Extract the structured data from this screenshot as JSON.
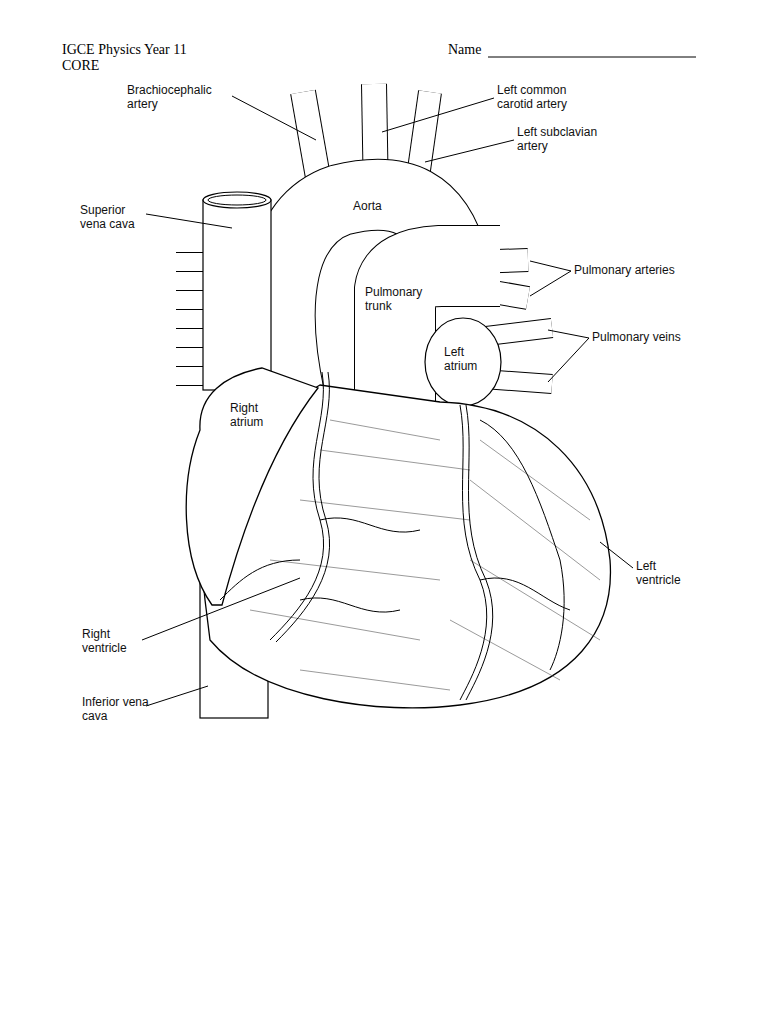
{
  "diagram": {
    "labels": [
      "IGCE Physics Year 11",
      "CORE",
      "Name",
      "Brachiocephalic artery",
      "Left common carotid artery",
      "Left subclavian artery",
      "Superior vena cava",
      "Aorta",
      "Pulmonary arteries",
      "Pulmonary trunk",
      "Pulmonary veins",
      "Left atrium",
      "Right atrium",
      "Left ventricle",
      "Right ventricle",
      "Inferior vena cava"
    ]
  }
}
